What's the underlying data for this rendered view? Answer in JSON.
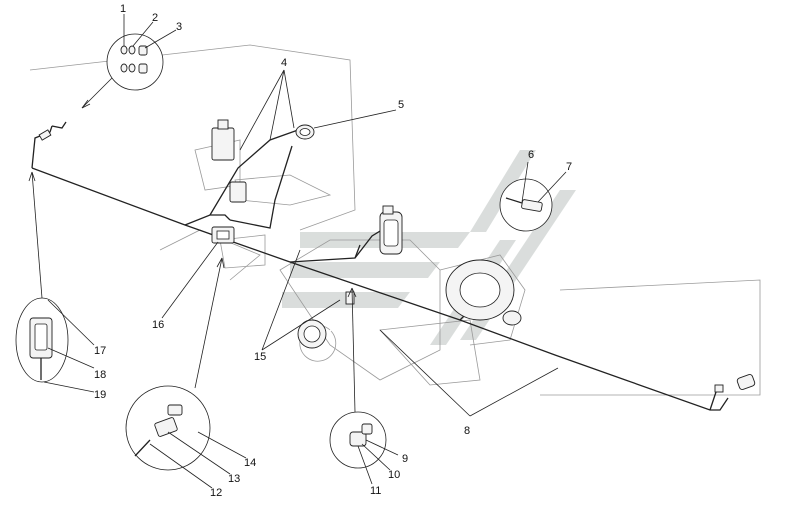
{
  "diagram": {
    "callouts": [
      "1",
      "2",
      "3",
      "4",
      "5",
      "6",
      "7",
      "8",
      "9",
      "10",
      "11",
      "12",
      "13",
      "14",
      "15",
      "16",
      "17",
      "18",
      "19"
    ],
    "colors": {
      "line": "#222222",
      "ghost_outline": "#9a9a9a",
      "watermark": "#bcc3c0"
    },
    "watermark_icon": "stylized-logo-watermark"
  }
}
